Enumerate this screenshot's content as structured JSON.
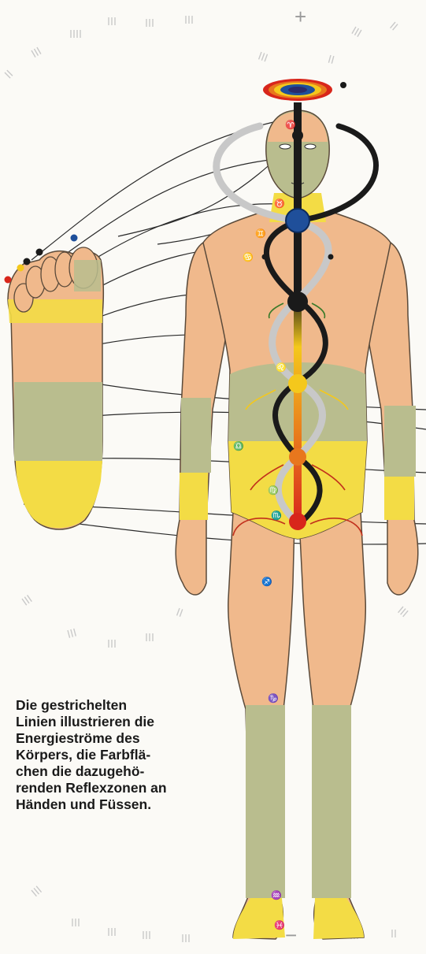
{
  "caption": {
    "lines": [
      "Die gestrichelten",
      "Linien illustrieren die",
      "Energieströme des",
      "Körpers, die Farbflä-",
      "chen die dazugehö-",
      "renden Reflexzonen an",
      "Händen und Füssen."
    ]
  },
  "edge_marks": {
    "plus": "+",
    "minus": "−"
  },
  "zodiac_signs": {
    "aries": "♈",
    "taurus": "♉",
    "gemini": "♊",
    "cancer": "♋",
    "leo": "♌",
    "virgo": "♍",
    "libra": "♎",
    "scorpio": "♏",
    "sagittarius": "♐",
    "capricorn": "♑",
    "aquarius": "♒",
    "pisces": "♓"
  },
  "colors": {
    "skin": "#f0b98c",
    "skin_dark": "#d89a6c",
    "zone_green": "#b9bd8e",
    "zone_yellow": "#f3dc45",
    "chakra_blue": "#1f4f9a",
    "chakra_black": "#1a1a1a",
    "chakra_yellow": "#f4c81c",
    "chakra_orange": "#e8771d",
    "chakra_red": "#d8261b",
    "channel_grey": "#c8c8c8",
    "arrow_green": "#3a7a2a",
    "arrow_red": "#c2301c"
  },
  "chakras": [
    {
      "name": "crown",
      "color": "#2a2a6a"
    },
    {
      "name": "throat",
      "color": "#1f4f9a"
    },
    {
      "name": "heart",
      "color": "#1a1a1a"
    },
    {
      "name": "solar-plexus",
      "color": "#f4c81c"
    },
    {
      "name": "sacral",
      "color": "#e8771d"
    },
    {
      "name": "root",
      "color": "#d8261b"
    }
  ],
  "foot_dots": [
    {
      "color": "#1f4f9a"
    },
    {
      "color": "#1a1a1a"
    },
    {
      "color": "#1a1a1a"
    },
    {
      "color": "#f4c81c"
    },
    {
      "color": "#d8261b"
    }
  ]
}
